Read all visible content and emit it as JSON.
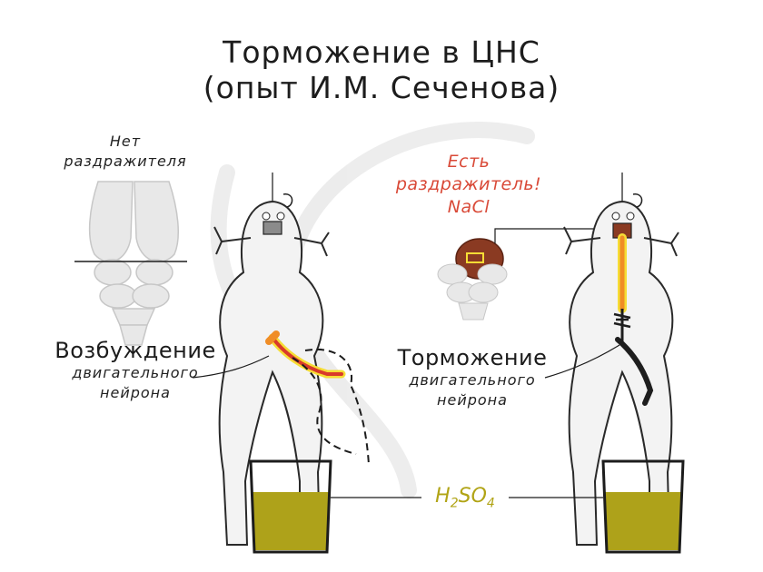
{
  "title": {
    "line1": "Торможение в ЦНС",
    "line2": "(опыт И.М. Сеченова)"
  },
  "left": {
    "stimulus_label": [
      "Нет",
      "раздражителя"
    ],
    "effect_title": "Возбуждение",
    "effect_sub": [
      "двигательного",
      "нейрона"
    ]
  },
  "right": {
    "stimulus_label": [
      "Есть",
      "раздражитель!",
      "NaCl"
    ],
    "effect_title": "Торможение",
    "effect_sub": [
      "двигательного",
      "нейрона"
    ]
  },
  "acid": {
    "symbol": "H",
    "sub1": "2",
    "mid": "SO",
    "sub2": "4"
  },
  "colors": {
    "stimulus_text": "#d94a38",
    "acid_text": "#b1a416",
    "acid_liquid": "#aea21a",
    "signal_orange": "#f08d26",
    "signal_red": "#d93a2a",
    "signal_yellow": "#f6dd35",
    "brain_stimulated": "#8a3a22",
    "inhibitory_path": "#1e1e1e"
  },
  "icons": {
    "brain_left": "brain-icon",
    "brain_right": "stimulated-brain-icon",
    "frog_left": "frog-icon",
    "frog_right": "frog-icon",
    "beaker": "beaker-icon"
  }
}
